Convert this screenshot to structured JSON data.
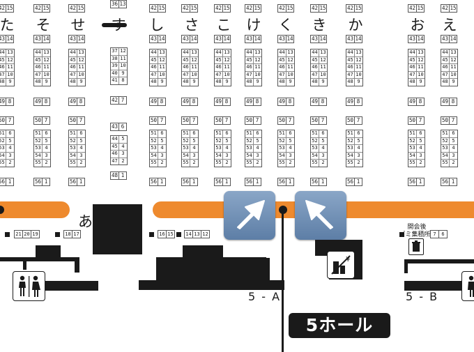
{
  "map": {
    "column_letters": [
      "た",
      "そ",
      "せ",
      "す",
      "し",
      "さ",
      "こ",
      "け",
      "く",
      "き",
      "か",
      "お",
      "え"
    ],
    "letter_a": "あ",
    "top_pair": "42 15",
    "booth_rows": {
      "row43": [
        "43",
        "14"
      ],
      "stack_upper": [
        [
          "44",
          "13"
        ],
        [
          "45",
          "12"
        ],
        [
          "46",
          "11"
        ],
        [
          "47",
          "10"
        ],
        [
          "48",
          "9"
        ]
      ],
      "row49": [
        "49",
        "8"
      ],
      "row50": [
        "50",
        "7"
      ],
      "stack_lower": [
        [
          "51",
          "6"
        ],
        [
          "52",
          "5"
        ],
        [
          "53",
          "4"
        ],
        [
          "54",
          "3"
        ],
        [
          "55",
          "2"
        ]
      ],
      "row56": [
        "56",
        "1"
      ]
    },
    "su_column": {
      "top": [
        "36",
        "13"
      ],
      "stack_upper": [
        [
          "37",
          "12"
        ],
        [
          "38",
          "11"
        ],
        [
          "39",
          "10"
        ],
        [
          "40",
          "9"
        ],
        [
          "41",
          "8"
        ]
      ],
      "row42": [
        "42",
        "7"
      ],
      "row43": [
        "43",
        "6"
      ],
      "stack_lower": [
        [
          "44",
          "5"
        ],
        [
          "45",
          "4"
        ],
        [
          "46",
          "3"
        ],
        [
          "47",
          "2"
        ]
      ],
      "row48": [
        "48",
        "1"
      ]
    },
    "bottom_booths": {
      "left_group": [
        "21",
        "20",
        "19"
      ],
      "left_pair": [
        "18",
        "17"
      ],
      "mid_pair": [
        "16",
        "15"
      ],
      "mid_group": [
        "14",
        "13",
        "12"
      ],
      "right_pair": [
        "7",
        "6"
      ]
    },
    "exits": {
      "left": "5 - A",
      "right": "5 - B"
    },
    "hall_label": "5ホール",
    "note_after_opening": "開会後",
    "note_garbage": "ゴミ集積所",
    "icons": [
      "up-right-arrow-icon",
      "up-left-arrow-icon",
      "restroom-icon",
      "vending-smoking-icon",
      "trash-can-icon"
    ],
    "colors": {
      "corridor": "#ee8a2e",
      "arrow_button": "#6c8cb3",
      "ink": "#1a1a1a"
    }
  }
}
